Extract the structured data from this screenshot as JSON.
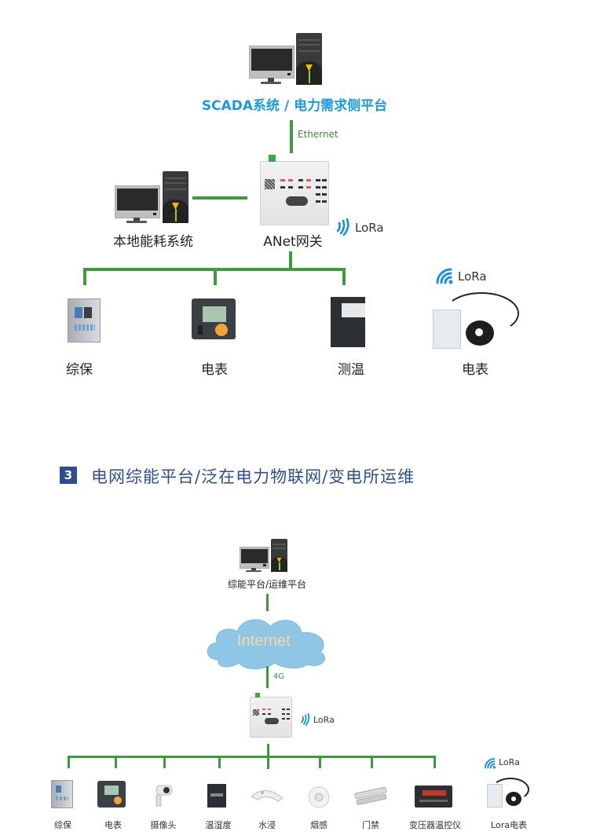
{
  "diagram1": {
    "top_system_label": "SCADA系统 / 电力需求侧平台",
    "top_link_label": "Ethernet",
    "local_system_label": "本地能耗系统",
    "gateway_label": "ANet网关",
    "gateway_wireless_label": "LoRa",
    "wired_devices": [
      {
        "label": "综保",
        "icon": "protection-relay-icon"
      },
      {
        "label": "电表",
        "icon": "power-meter-icon"
      },
      {
        "label": "测温",
        "icon": "temperature-module-icon"
      }
    ],
    "wireless_device": {
      "label": "电表",
      "wireless_label": "LoRa",
      "icon": "lora-meter-icon"
    }
  },
  "section3": {
    "number": "3",
    "title": "电网综能平台/泛在电力物联网/变电所运维"
  },
  "diagram2": {
    "platform_label": "综能平台/运维平台",
    "cloud_label": "Internet",
    "uplink_label": "4G",
    "gateway_wireless_label": "LoRa",
    "devices": [
      {
        "label": "综保",
        "icon": "protection-relay-icon"
      },
      {
        "label": "电表",
        "icon": "power-meter-icon"
      },
      {
        "label": "摄像头",
        "icon": "camera-icon"
      },
      {
        "label": "温湿度",
        "icon": "humidity-sensor-icon"
      },
      {
        "label": "水浸",
        "icon": "water-sensor-icon"
      },
      {
        "label": "烟感",
        "icon": "smoke-detector-icon"
      },
      {
        "label": "门禁",
        "icon": "door-sensor-icon"
      },
      {
        "label": "变压器温控仪",
        "icon": "transformer-controller-icon"
      }
    ],
    "wireless_device": {
      "label": "Lora电表",
      "wireless_label": "LoRa",
      "icon": "lora-meter-icon"
    }
  },
  "colors": {
    "link_green": "#3f9a3f",
    "scada_blue": "#1e9ad6",
    "section_blue": "#2d4f8e",
    "lora_blue": "#1a8fe0",
    "cloud_blue": "#8fc6e6",
    "cloud_text": "#f2d9a6"
  }
}
